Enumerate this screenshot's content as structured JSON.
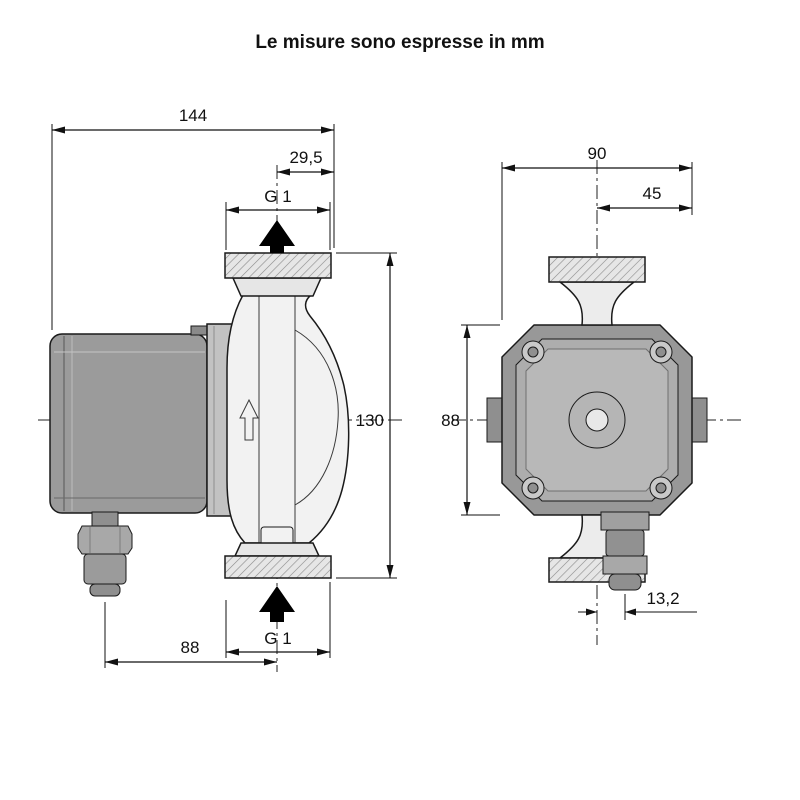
{
  "title": "Le misure sono espresse in mm",
  "colors": {
    "ink": "#111111",
    "metal_dark": "#8f8f8f",
    "metal_mid": "#9b9b9b",
    "metal_light": "#c2c2c2",
    "casing_white": "#f2f2f2"
  },
  "side_view": {
    "dim_overall_length": "144",
    "dim_port_to_face": "29,5",
    "thread_top": "G 1",
    "dim_port_to_port": "130",
    "thread_bottom": "G 1",
    "dim_gland_to_axis": "88"
  },
  "front_view": {
    "dim_overall_width": "90",
    "dim_axis_to_side": "45",
    "dim_body_height": "88",
    "dim_gland_offset": "13,2"
  }
}
